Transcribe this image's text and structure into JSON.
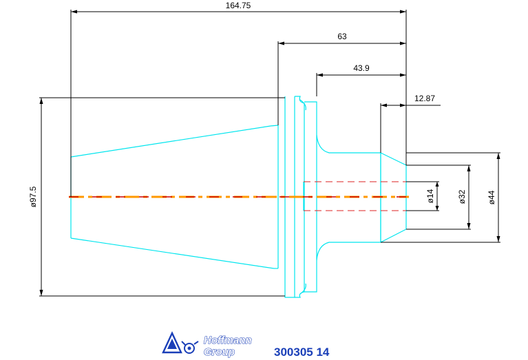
{
  "dimensions": {
    "overall_length": "164.75",
    "shank_length": "63",
    "neck_length": "43.9",
    "end_length": "12.87",
    "diameter_taper": "ø97.5",
    "diameter_bore": "ø14",
    "diameter_shank": "ø32",
    "diameter_collar": "ø44"
  },
  "logo": {
    "line1": "Hoffmann",
    "line2": "Group"
  },
  "part_number": "300305 14",
  "colors": {
    "outline": "#00e5ee",
    "dimension": "#000000",
    "centerline_red": "#cc0000",
    "centerline_orange": "#ff9900",
    "hidden_line": "#dd2222",
    "brand": "#1a3fb8"
  },
  "icons": {
    "logo_mark": "hoffmann-logo-icon"
  }
}
